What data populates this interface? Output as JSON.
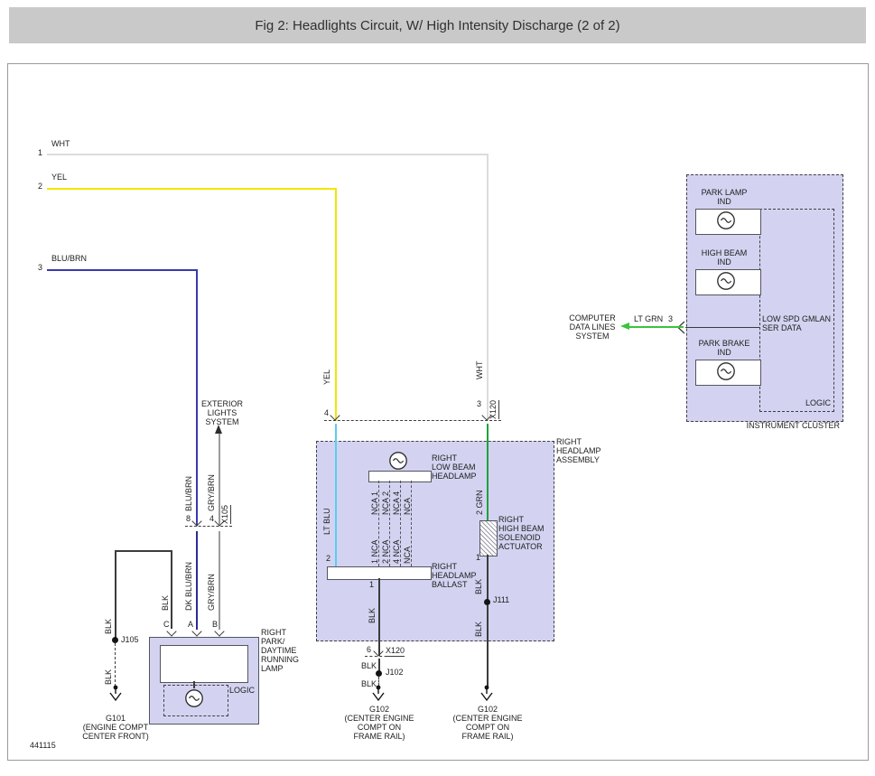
{
  "title": "Fig 2: Headlights Circuit, W/ High Intensity Discharge (2 of 2)",
  "figure_number": "441115",
  "colors": {
    "wht": "#dcdcdc",
    "yel": "#f0e800",
    "blu_brn": "#3939ae",
    "dk_blu_brn": "#2b2b97",
    "gry_brn": "#9c9c9c",
    "lt_blu": "#57cfee",
    "grn": "#1ea23b",
    "lt_grn": "#3dc23d",
    "blk": "#3c3c3c",
    "component_fill": "#d3d3f1",
    "title_bg": "#c9c9c9"
  },
  "feeds": {
    "pin1": "1",
    "label1": "WHT",
    "pin2": "2",
    "label2": "YEL",
    "pin3": "3",
    "label3": "BLU/BRN"
  },
  "wire_labels": {
    "wht": "WHT",
    "yel": "YEL",
    "blu_brn": "BLU/BRN",
    "gry_brn": "GRY/BRN",
    "dk_blu_brn": "DK BLU/BRN",
    "lt_blu": "LT BLU",
    "grn_2": "2 GRN",
    "lt_grn": "LT GRN",
    "blk": "BLK"
  },
  "exterior_lights": {
    "lines": [
      "EXTERIOR",
      "LIGHTS",
      "SYSTEM"
    ]
  },
  "computer_data": {
    "lines": [
      "COMPUTER",
      "DATA LINES",
      "SYSTEM"
    ],
    "pin": "3"
  },
  "connectors": {
    "x105": {
      "name": "X105",
      "pin_left": "8",
      "pin_right": "4"
    },
    "x120_top": {
      "name": "X120",
      "pin_yel": "4",
      "pin_wht": "3"
    },
    "x120_bottom": {
      "name": "X120",
      "pin": "6"
    }
  },
  "junctions": {
    "j105": "J105",
    "j102": "J102",
    "j111": "J111"
  },
  "grounds": {
    "g101": {
      "name": "G101",
      "lines": [
        "(ENGINE COMPT",
        "CENTER FRONT)"
      ]
    },
    "g102": {
      "name": "G102",
      "lines": [
        "(CENTER ENGINE",
        "COMPT ON",
        "FRAME RAIL)"
      ]
    }
  },
  "park_lamp": {
    "pin_c": "C",
    "pin_a": "A",
    "pin_b": "B",
    "name_lines": [
      "RIGHT",
      "PARK/",
      "DAYTIME",
      "RUNNING",
      "LAMP"
    ],
    "logic": "LOGIC"
  },
  "headlamp_assembly": {
    "name_lines": [
      "RIGHT",
      "HEADLAMP",
      "ASSEMBLY"
    ],
    "low_beam_lines": [
      "RIGHT",
      "LOW BEAM",
      "HEADLAMP"
    ],
    "ballast_lines": [
      "RIGHT",
      "HEADLAMP",
      "BALLAST"
    ],
    "solenoid_lines": [
      "RIGHT",
      "HIGH BEAM",
      "SOLENOID",
      "ACTUATOR"
    ],
    "pin_ballast_in": "2",
    "pin_ballast_gnd": "1",
    "pin_solenoid_gnd": "1",
    "nca_top": [
      "NCA 1",
      "NCA 2",
      "NCA 4",
      "NCA"
    ],
    "nca_bottom": [
      "1 NCA",
      "2 NCA",
      "4 NCA",
      "NCA"
    ]
  },
  "instrument_cluster": {
    "name": "INSTRUMENT CLUSTER",
    "logic": "LOGIC",
    "park_lamp_ind_lines": [
      "PARK LAMP",
      "IND"
    ],
    "high_beam_ind_lines": [
      "HIGH BEAM",
      "IND"
    ],
    "park_brake_ind_lines": [
      "PARK BRAKE",
      "IND"
    ],
    "gmlan_lines": [
      "LOW SPD GMLAN",
      "SER DATA"
    ]
  }
}
